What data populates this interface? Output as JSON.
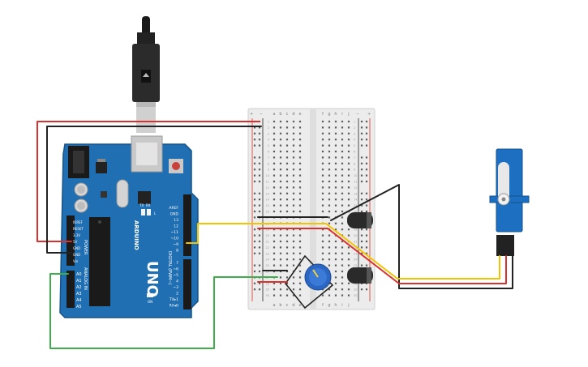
{
  "arduino": {
    "brand": "ARDUINO",
    "model": "UNO",
    "power_header": "POWER",
    "analog_header": "ANALOG IN",
    "digital_header": "DIGITAL (PWM~)",
    "pins_power": [
      "IOREF",
      "RESET",
      "3.3V",
      "5V",
      "GND",
      "GND",
      "Vin"
    ],
    "pins_analog": [
      "A0",
      "A1",
      "A2",
      "A3",
      "A4",
      "A5"
    ],
    "pins_digital_top": [
      "AREF",
      "GND",
      "13",
      "12",
      "~11",
      "~10",
      "~9",
      "8"
    ],
    "pins_digital_bottom": [
      "7",
      "~6",
      "~5",
      "4",
      "~3",
      "2",
      "TX▸1",
      "RX◂0"
    ],
    "led_labels": [
      "TX",
      "RX"
    ],
    "on_label": "ON",
    "l_label": "L"
  },
  "breadboard": {
    "columns_left": [
      "a",
      "b",
      "c",
      "d",
      "e"
    ],
    "columns_right": [
      "f",
      "g",
      "h",
      "i",
      "j"
    ],
    "rail_plus": "+",
    "rail_minus": "−",
    "row_numbers": [
      "1",
      "2",
      "3",
      "4",
      "5",
      "6",
      "7",
      "8",
      "9",
      "10",
      "11",
      "12",
      "13",
      "14",
      "15",
      "16",
      "17",
      "18",
      "19",
      "20",
      "21",
      "22",
      "23",
      "24",
      "25",
      "26",
      "27",
      "28",
      "29",
      "30"
    ]
  },
  "colors": {
    "board": "#1f6fb2",
    "wire_red": "#d9312b",
    "wire_black": "#222222",
    "wire_yellow": "#f2c400",
    "wire_green": "#3fae4a",
    "servo": "#1d6fc1",
    "pot": "#2a66c2"
  }
}
